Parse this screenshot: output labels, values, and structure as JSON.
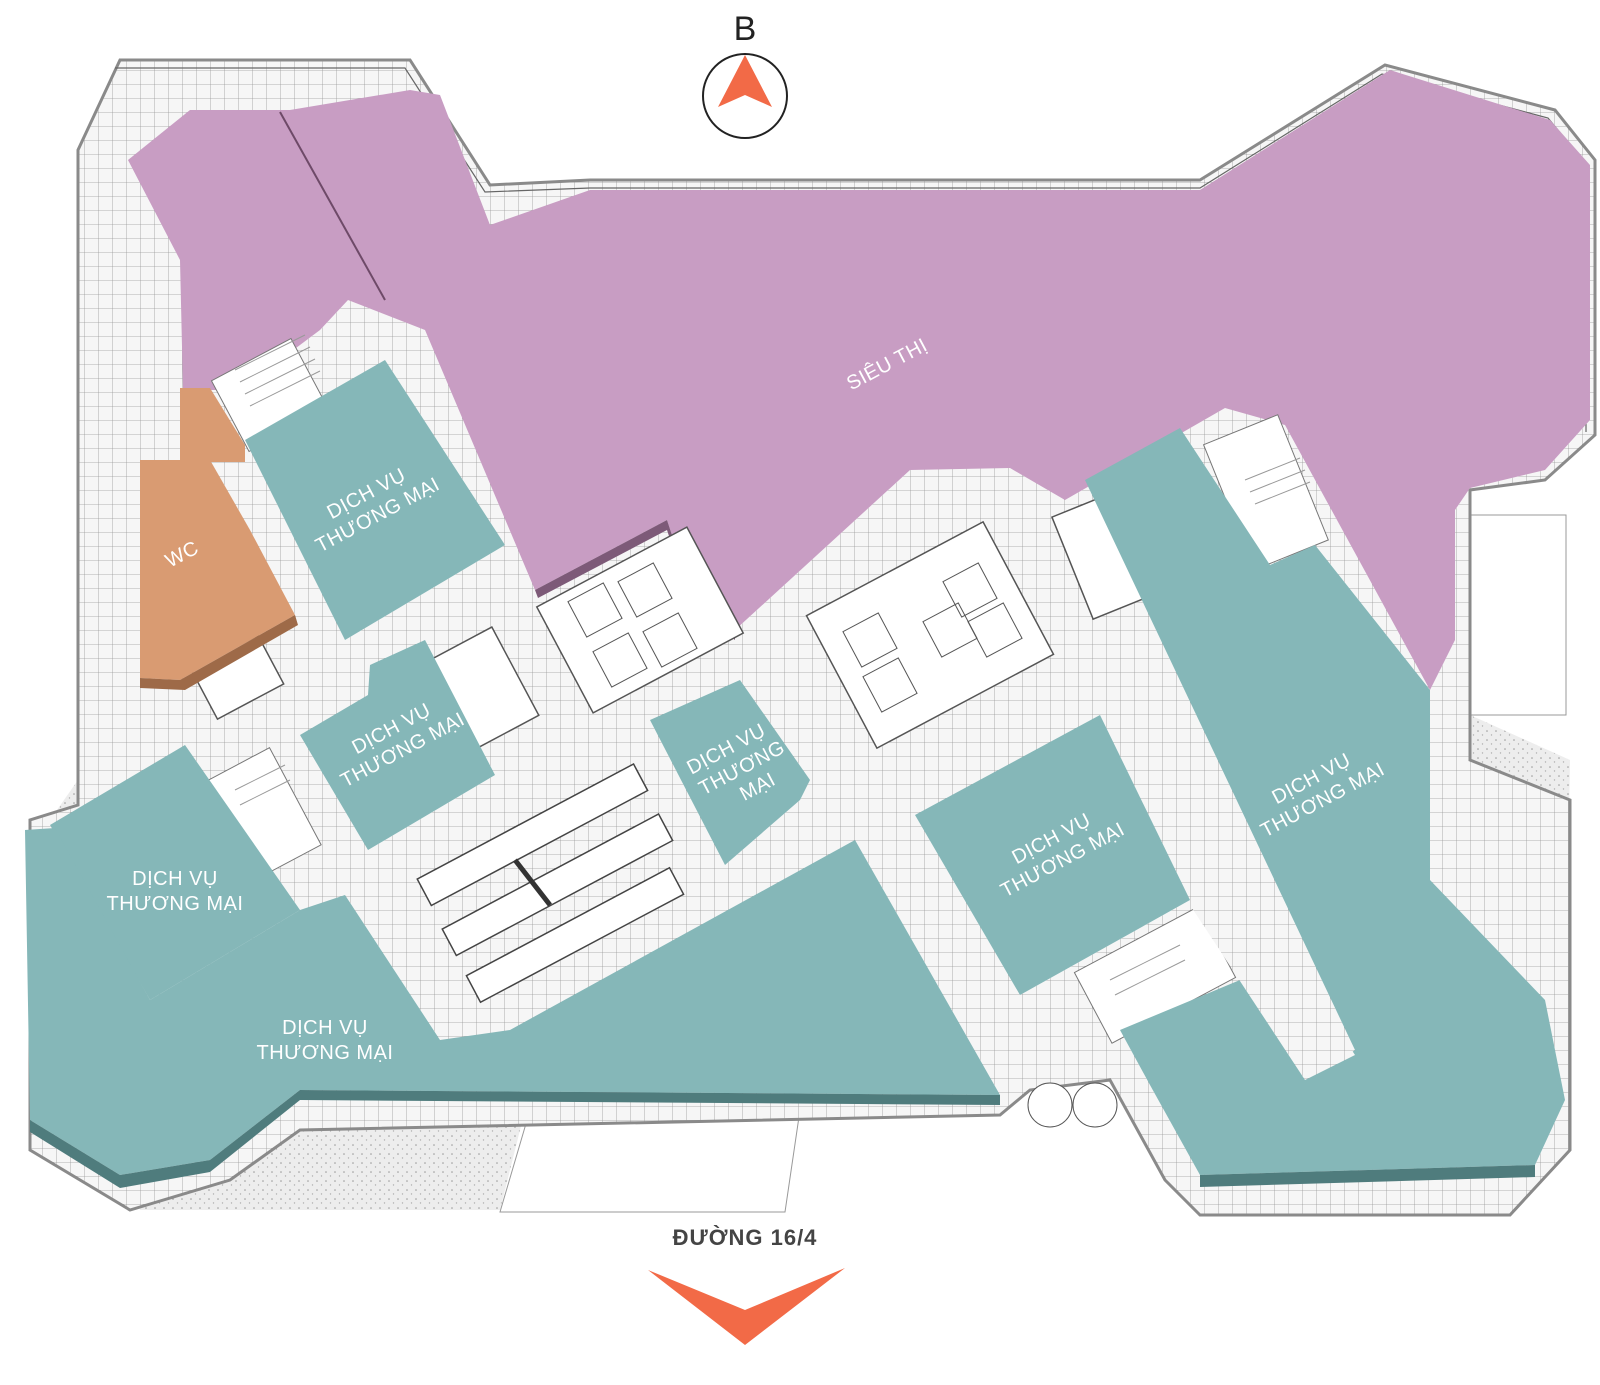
{
  "compass": {
    "label": "B"
  },
  "street": {
    "label": "ĐƯỜNG 16/4"
  },
  "zones": {
    "supermarket": {
      "label": "SIÊU THỊ"
    },
    "wc": {
      "label": "WC"
    },
    "service_1": {
      "line1": "DỊCH VỤ",
      "line2": "THƯƠNG MẠI"
    },
    "service_2": {
      "line1": "DỊCH VỤ",
      "line2": "THƯƠNG MẠI"
    },
    "service_3": {
      "line1": "DỊCH VỤ",
      "line2": "THƯƠNG",
      "line3": "MẠI"
    },
    "service_4": {
      "line1": "DỊCH VỤ",
      "line2": "THƯƠNG MẠI"
    },
    "service_5": {
      "line1": "DỊCH VỤ",
      "line2": "THƯƠNG MẠI"
    },
    "service_6": {
      "line1": "DỊCH VỤ",
      "line2": "THƯƠNG MẠI"
    },
    "service_7": {
      "line1": "DỊCH VỤ",
      "line2": "THƯƠNG MẠI"
    }
  },
  "colors": {
    "commercial": "#85b7b8",
    "supermarket": "#c89dc3",
    "wc": "#d99b72",
    "corridor": "#f4f4f4",
    "accent": "#f26a47"
  }
}
